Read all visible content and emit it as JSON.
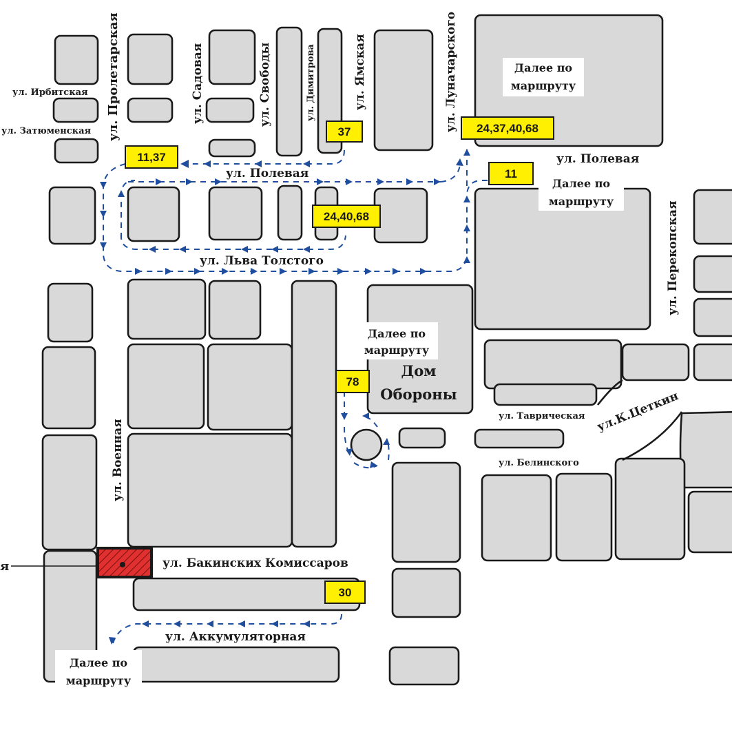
{
  "streets": {
    "irbitskaya": "ул. Ирбитская",
    "zatyumenskaya": "ул. Затюменская",
    "proletarskaya": "ул. Пролетарская",
    "sadovaya": "ул. Садовая",
    "svobody": "ул. Свободы",
    "dimitrova": "ул. Димитрова",
    "yamskaya": "ул. Ямская",
    "lunacharskogo": "ул. Луначарского",
    "polevaya_center": "ул. Полевая",
    "polevaya_right": "ул. Полевая",
    "lva_tolstogo": "ул. Льва Толстого",
    "voennaya": "ул. Военная",
    "perekopskaya": "ул. Перекопская",
    "tavricheskaya": "ул. Таврическая",
    "belinskogo": "ул. Белинского",
    "k_tsetkin": "ул.К.Цеткин",
    "bakinskikh": "ул. Бакинских Комиссаров",
    "akkumulyatornaya": "ул. Аккумуляторная"
  },
  "notes": {
    "further_top": [
      "Далее по",
      "маршруту"
    ],
    "further_right": [
      "Далее по",
      "маршруту"
    ],
    "further_center": [
      "Далее по",
      "маршруту"
    ],
    "further_bottom": [
      "Далее по",
      "маршруту"
    ]
  },
  "landmark": {
    "line1": "Дом",
    "line2": "Обороны"
  },
  "marker_label": "я",
  "stops": {
    "s_11_37": "11,37",
    "s_37": "37",
    "s_24_37_40_68": "24,37,40,68",
    "s_11": "11",
    "s_24_40_68": "24,40,68",
    "s_78": "78",
    "s_30": "30"
  },
  "colors": {
    "block": "#d9d9d9",
    "route": "#1f4e9e",
    "stop": "#ffef00",
    "marker": "#e03030"
  }
}
